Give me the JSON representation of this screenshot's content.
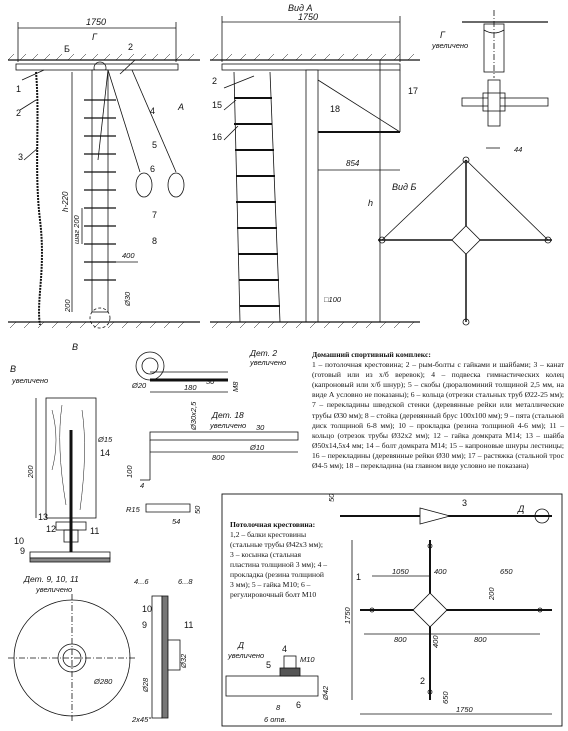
{
  "legend": {
    "title": "Домашний спортивный комплекс:",
    "body": "1 – потолочная крестовина; 2 – рым-болты с гайками и шайбами; 3 – канат (готовый или из х/б веревок); 4 – подвеска гимнастических колец (капроновый или х/б шнур); 5 – скобы (дюралюминий толщиной 2,5 мм, на виде А условно не показаны); 6 – кольца (отрезки стальных труб Ø22-25 мм); 7 – перекладины шведской стенки (деревянные рейки или металлические трубы Ø30 мм); 8 – стойка (деревянный брус 100х100 мм); 9 – пята (стальной диск толщиной 6-8 мм); 10 – прокладка (резина толщиной 4-6 мм); 11 – кольцо (отрезок трубы Ø32х2 мм); 12 – гайка домкрата М14; 13 – шайба Ø50х14,5х4 мм; 14 – болт домкрата М14; 15 – капроновые шнуры лестницы; 16 – перекладины (деревянные рейки Ø30 мм); 17 – растяжка (стальной трос Ø4-5 мм); 18 – перекладина (на главном виде условно не показана)"
  },
  "crossbar": {
    "title": "Потолочная крестовина:",
    "body": "1,2 – балки крестовины (стальные трубы Ø42х3 мм); 3 – косынка (стальная пластина толщиной 3 мм); 4 – прокладка (резина толщиной 3 мм); 5 – гайка М10; 6 – регулировочный болт М10"
  },
  "views": {
    "main": "1750",
    "a_title": "Вид А",
    "a_width": "1750",
    "g_title": "Г",
    "g_sub": "увеличено",
    "b_title": "Вид Б",
    "v_title": "В",
    "v_sub": "увеличено",
    "det2": "Дет. 2",
    "det2_sub": "увеличено",
    "det18": "Дет. 18",
    "det18_sub": "увеличено",
    "det91011": "Дет. 9, 10, 11",
    "det91011_sub": "увеличено",
    "d_title": "Д",
    "d_sub": "увеличено"
  },
  "dims": {
    "h220": "h-220",
    "shag": "шаг 200",
    "d400": "400",
    "d200": "200",
    "d30": "Ø30",
    "d854": "854",
    "h": "h",
    "d100": "□100",
    "d44": "44",
    "d20": "Ø20",
    "d30b": "30",
    "m8": "M8",
    "d180": "180",
    "d15": "Ø15",
    "d200b": "200",
    "d100b": "100",
    "d30x25": "Ø30х2,5",
    "d30c": "30",
    "d800": "800",
    "d10": "Ø10",
    "r15": "R15",
    "d54": "54",
    "d50": "50",
    "d4": "4",
    "d4_6": "4...6",
    "d6_8": "6...8",
    "d280": "Ø280",
    "d28": "Ø28",
    "d32": "Ø32",
    "d2x45": "2х45°",
    "d1050": "1050",
    "d400b": "400",
    "d650": "650",
    "d200c": "200",
    "d800b": "800",
    "d800c": "800",
    "d1750v": "1750",
    "d1750h": "1750",
    "d650b": "650",
    "d400c": "400",
    "d50b": "50",
    "m10": "M10",
    "d42": "Ø42",
    "d8": "8",
    "d6otv": "6 отв.",
    "d4b": "4"
  },
  "labels": {
    "n1": "1",
    "n2": "2",
    "n3": "3",
    "n4": "4",
    "n5": "5",
    "n6": "6",
    "n7": "7",
    "n8": "8",
    "n9": "9",
    "n10": "10",
    "n11": "11",
    "n12": "12",
    "n13": "13",
    "n14": "14",
    "n15": "15",
    "n16": "16",
    "n17": "17",
    "n18": "18",
    "A": "A",
    "B": "Б",
    "G": "Г",
    "V": "В",
    "D": "Д"
  }
}
